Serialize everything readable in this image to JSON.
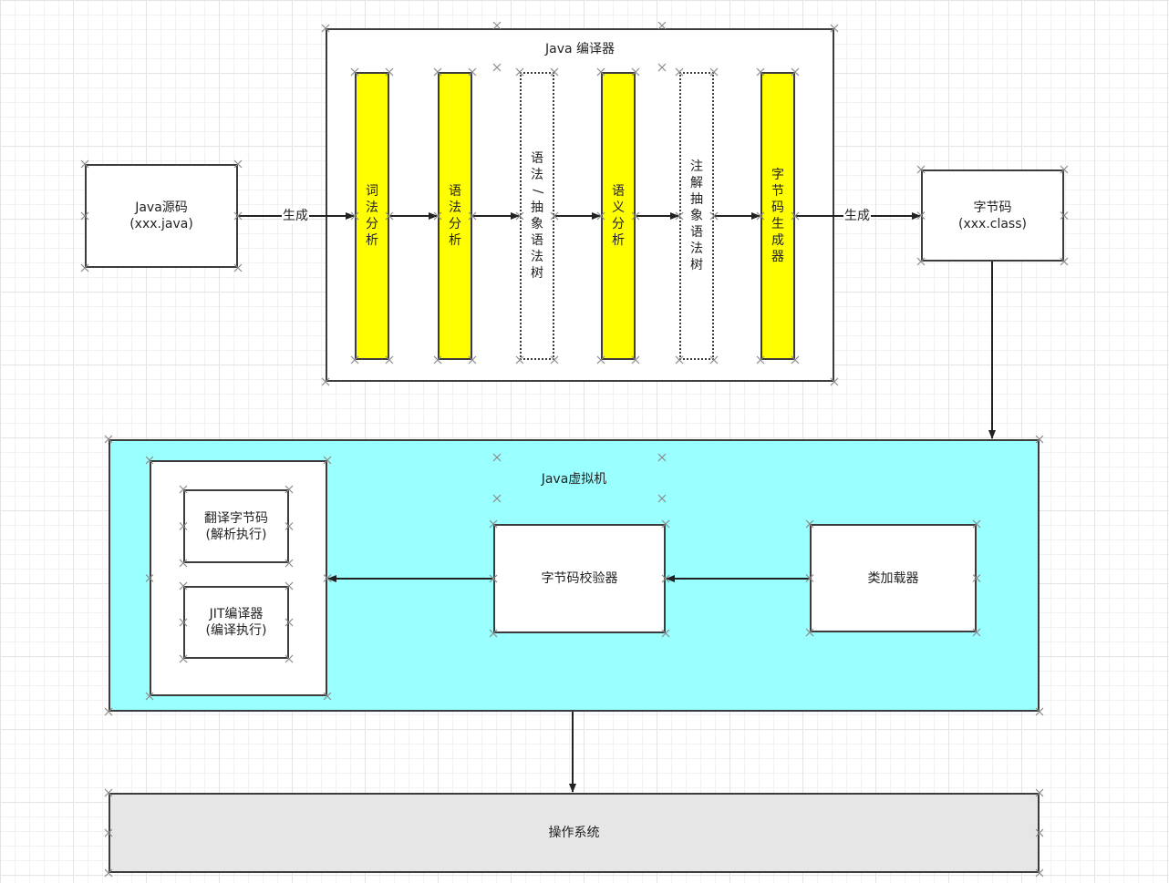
{
  "source": {
    "line1": "Java源码",
    "line2": "(xxx.java)"
  },
  "compiler": {
    "title": "Java 编译器",
    "stages": [
      {
        "label": "词法分析",
        "style": "solid"
      },
      {
        "label": "语法分析",
        "style": "solid"
      },
      {
        "label": "语法/抽象语法树",
        "style": "dotted"
      },
      {
        "label": "语义分析",
        "style": "solid"
      },
      {
        "label": "注解抽象语法树",
        "style": "dotted"
      },
      {
        "label": "字节码生成器",
        "style": "solid"
      }
    ]
  },
  "edges": {
    "generate_in": "生成",
    "generate_out": "生成"
  },
  "bytecode": {
    "line1": "字节码",
    "line2": "(xxx.class)"
  },
  "jvm": {
    "title": "Java虚拟机",
    "interpreter": {
      "line1": "翻译字节码",
      "line2": "(解析执行)"
    },
    "jit": {
      "line1": "JIT编译器",
      "line2": "(编译执行)"
    },
    "verifier": "字节码校验器",
    "classloader": "类加载器"
  },
  "os": "操作系统",
  "colors": {
    "stage_fill": "#ffff00",
    "jvm_fill": "#99ffff",
    "os_fill": "#e6e6e6",
    "stroke": "#3c3c3c"
  }
}
